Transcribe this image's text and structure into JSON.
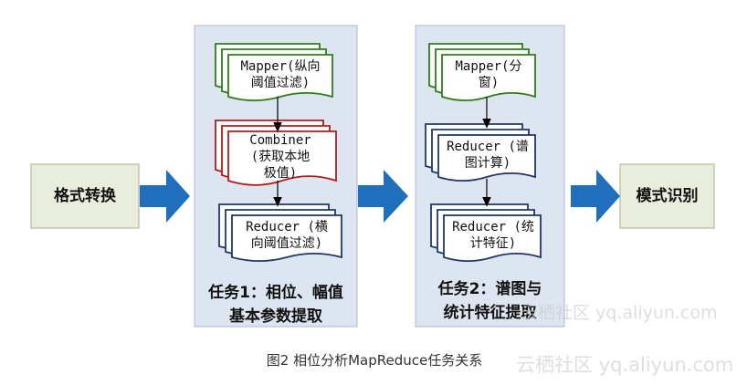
{
  "input_box": {
    "label": "格式转换"
  },
  "output_box": {
    "label": "模式识别"
  },
  "task1": {
    "label": "任务1：相位、幅值基本参数提取",
    "label_lines": [
      "任务1：相位、幅值",
      "基本参数提取"
    ],
    "nodes": [
      {
        "lines": [
          "Mapper(纵向",
          "阈值过滤)"
        ],
        "color": "#2e7d1b"
      },
      {
        "lines": [
          "Combiner",
          "(获取本地",
          "极值)"
        ],
        "color": "#b01c1c"
      },
      {
        "lines": [
          "Reducer (横",
          "向阈值过滤)"
        ],
        "color": "#1f3864"
      }
    ]
  },
  "task2": {
    "label": "任务2：谱图与统计特征提取",
    "label_lines": [
      "任务2：谱图与",
      "统计特征提取"
    ],
    "nodes": [
      {
        "lines": [
          "Mapper(分",
          "窗)"
        ],
        "color": "#2e7d1b"
      },
      {
        "lines": [
          "Reducer (谱",
          "图计算)"
        ],
        "color": "#1f3864"
      },
      {
        "lines": [
          "Reducer (统",
          "计特征)"
        ],
        "color": "#1f3864"
      }
    ]
  },
  "caption": "图2 相位分析MapReduce任务关系",
  "watermarks": [
    "云栖社区 yq.aliyun.com",
    "云栖社区 yq.aliyun.com"
  ],
  "colors": {
    "panel_fill": "#dde5f1",
    "panel_stroke": "#a9b8d0",
    "side_box_fill": "#e8eedb",
    "side_box_stroke": "#a6b08d",
    "big_arrow": "#1f6fbd",
    "connector": "#000000"
  }
}
